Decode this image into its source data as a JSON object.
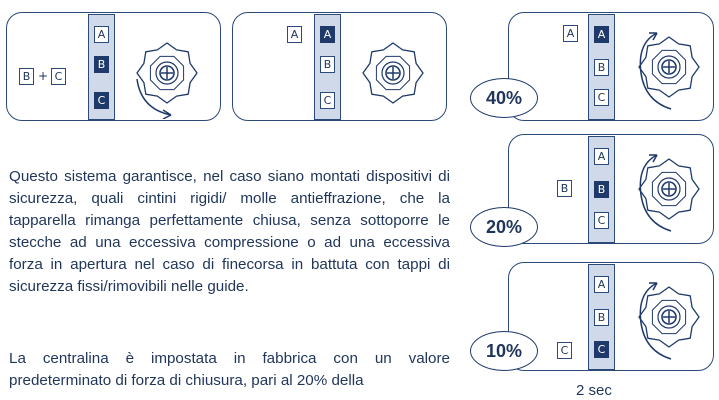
{
  "colors": {
    "navy": "#1f3a6a",
    "light_blue": "#cfd9ea",
    "text": "#1f3559"
  },
  "keys": {
    "a": "A",
    "b": "B",
    "c": "C"
  },
  "panel1": {
    "plus": "+"
  },
  "percentages": {
    "p40": "40%",
    "p20": "20%",
    "p10": "10%"
  },
  "caption": "2 sec",
  "paragraph1": "Questo sistema garantisce, nel caso siano montati dispositivi di sicurezza, quali cintini rigidi/ molle antieffrazione, che la tapparella rimanga perfettamente chiusa, senza sottoporre le stecche ad una eccessiva compressione o ad una eccessiva forza in apertura nel caso di finecorsa in battuta con tappi di sicurezza fissi/rimovibili nelle guide.",
  "paragraph2": "La centralina è impostata in fabbrica con un valore predeterminato di forza di chiusura, pari al 20% della",
  "icons": [
    "adjustment-knob-icon",
    "clockwise-arrow-icon",
    "counterclockwise-arrow-icon"
  ]
}
